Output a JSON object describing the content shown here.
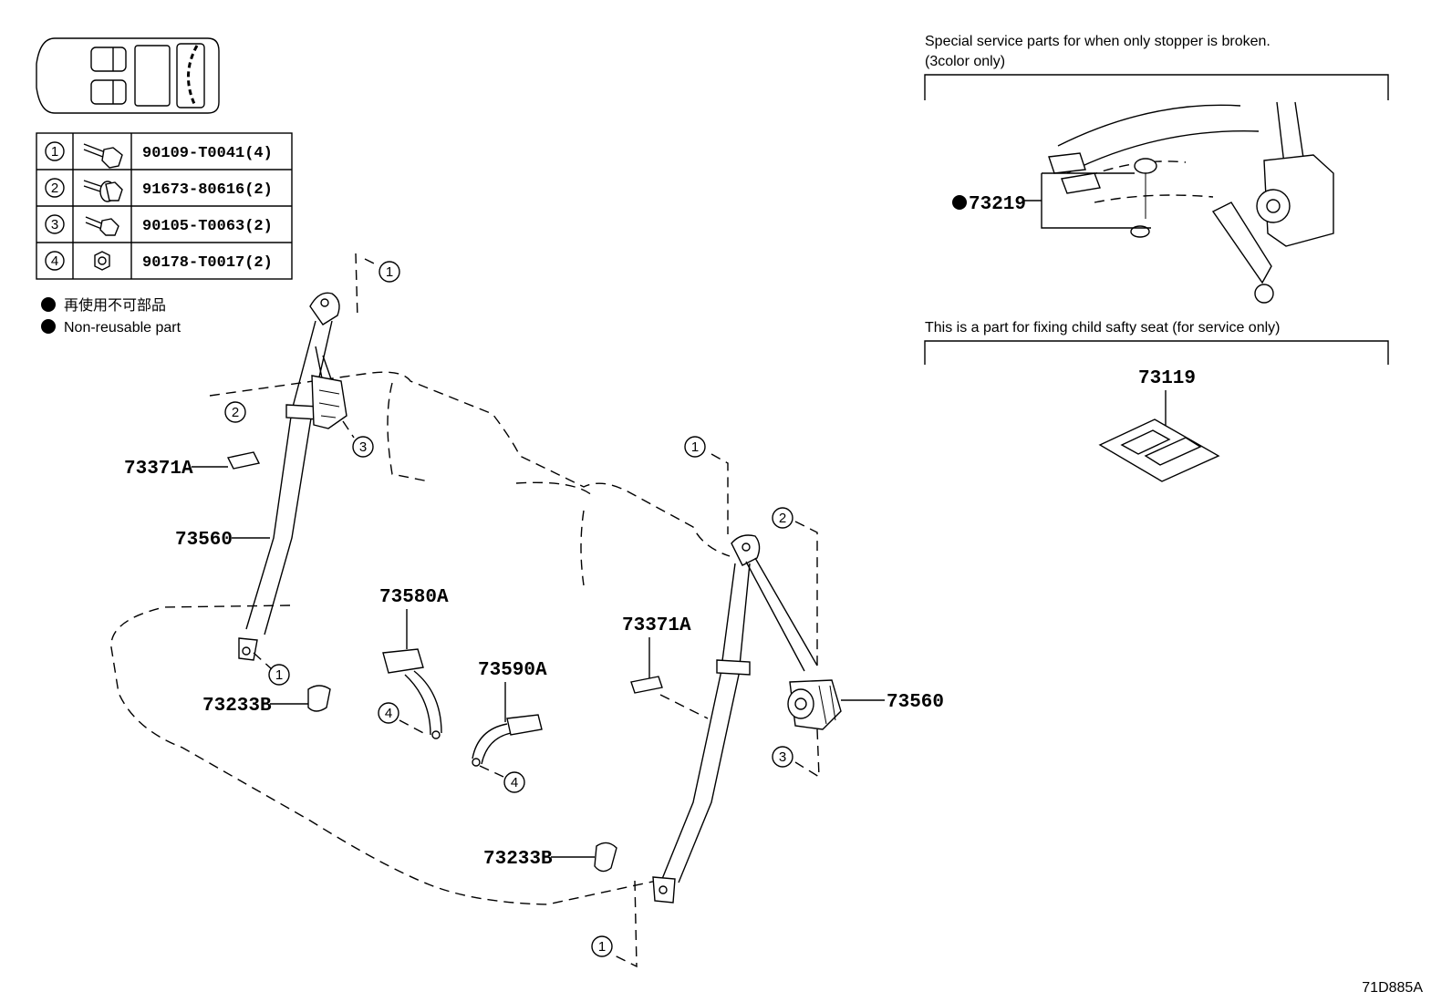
{
  "bolt_table": [
    {
      "ref": "1",
      "part": "90109-T0041(4)",
      "icon": "bolt-icon"
    },
    {
      "ref": "2",
      "part": "91673-80616(2)",
      "icon": "flange-bolt-icon"
    },
    {
      "ref": "3",
      "part": "90105-T0063(2)",
      "icon": "bolt-icon"
    },
    {
      "ref": "4",
      "part": "90178-T0017(2)",
      "icon": "nut-icon"
    }
  ],
  "legend": {
    "non_reusable_jp": "再使用不可部品",
    "non_reusable_en": "Non-reusable part"
  },
  "service_note": {
    "line1": "Special service parts for when only stopper is broken.",
    "line2": "(3color only)",
    "part": "73219"
  },
  "child_seat_note": {
    "text": "This is a part for fixing child safty seat (for service only)",
    "part": "73119"
  },
  "labels": {
    "left_button": "73371A",
    "left_belt": "73560",
    "left_cover": "73233B",
    "buckle_a": "73580A",
    "buckle_b": "73590A",
    "right_button": "73371A",
    "right_retractor": "73560",
    "right_cover": "73233B"
  },
  "callouts": {
    "c1": "1",
    "c2": "2",
    "c3": "3",
    "c4": "4"
  },
  "figure_code": "71D885A"
}
